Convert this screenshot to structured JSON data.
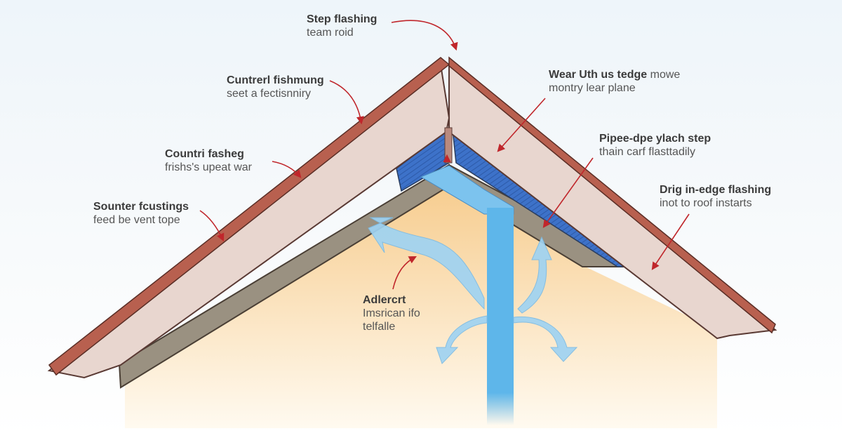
{
  "colors": {
    "roof_tile": "#b8604f",
    "fascia": "#e8d6cf",
    "underlay": "#3d72c9",
    "sheathing": "#9a9181",
    "wall_top": "#f6c987",
    "wall_bottom": "#fffaf0",
    "airflow": "#9fd3f2",
    "pipe": "#5eb6ea",
    "callout_arrow": "#c0262b"
  },
  "labels": [
    {
      "id": "step-flashing",
      "title": "Step flashing",
      "sub": "team roid"
    },
    {
      "id": "cuntrerl-fishmung",
      "title": "Cuntrerl fishmung",
      "sub": "seet a fectisnniry"
    },
    {
      "id": "countri-fasheg",
      "title": "Countri fasheg",
      "sub": "frishs's upeat war"
    },
    {
      "id": "sounter-fcustings",
      "title": "Sounter fcustings",
      "sub": "feed be vent tope"
    },
    {
      "id": "wear-uth",
      "title": "Wear Uth us tedge",
      "title_extra": "mowe",
      "sub": "montry lear plane"
    },
    {
      "id": "pipee-dpe",
      "title": "Pipee-dpe ylach step",
      "sub": "thain carf flasttadily"
    },
    {
      "id": "drig-in-edge",
      "title": "Drig in-edge flashing",
      "sub": "inot to roof instarts"
    },
    {
      "id": "adlercrt",
      "title": "Adlercrt",
      "sub": "Imsrican ifo",
      "sub2": "telfalle"
    }
  ]
}
